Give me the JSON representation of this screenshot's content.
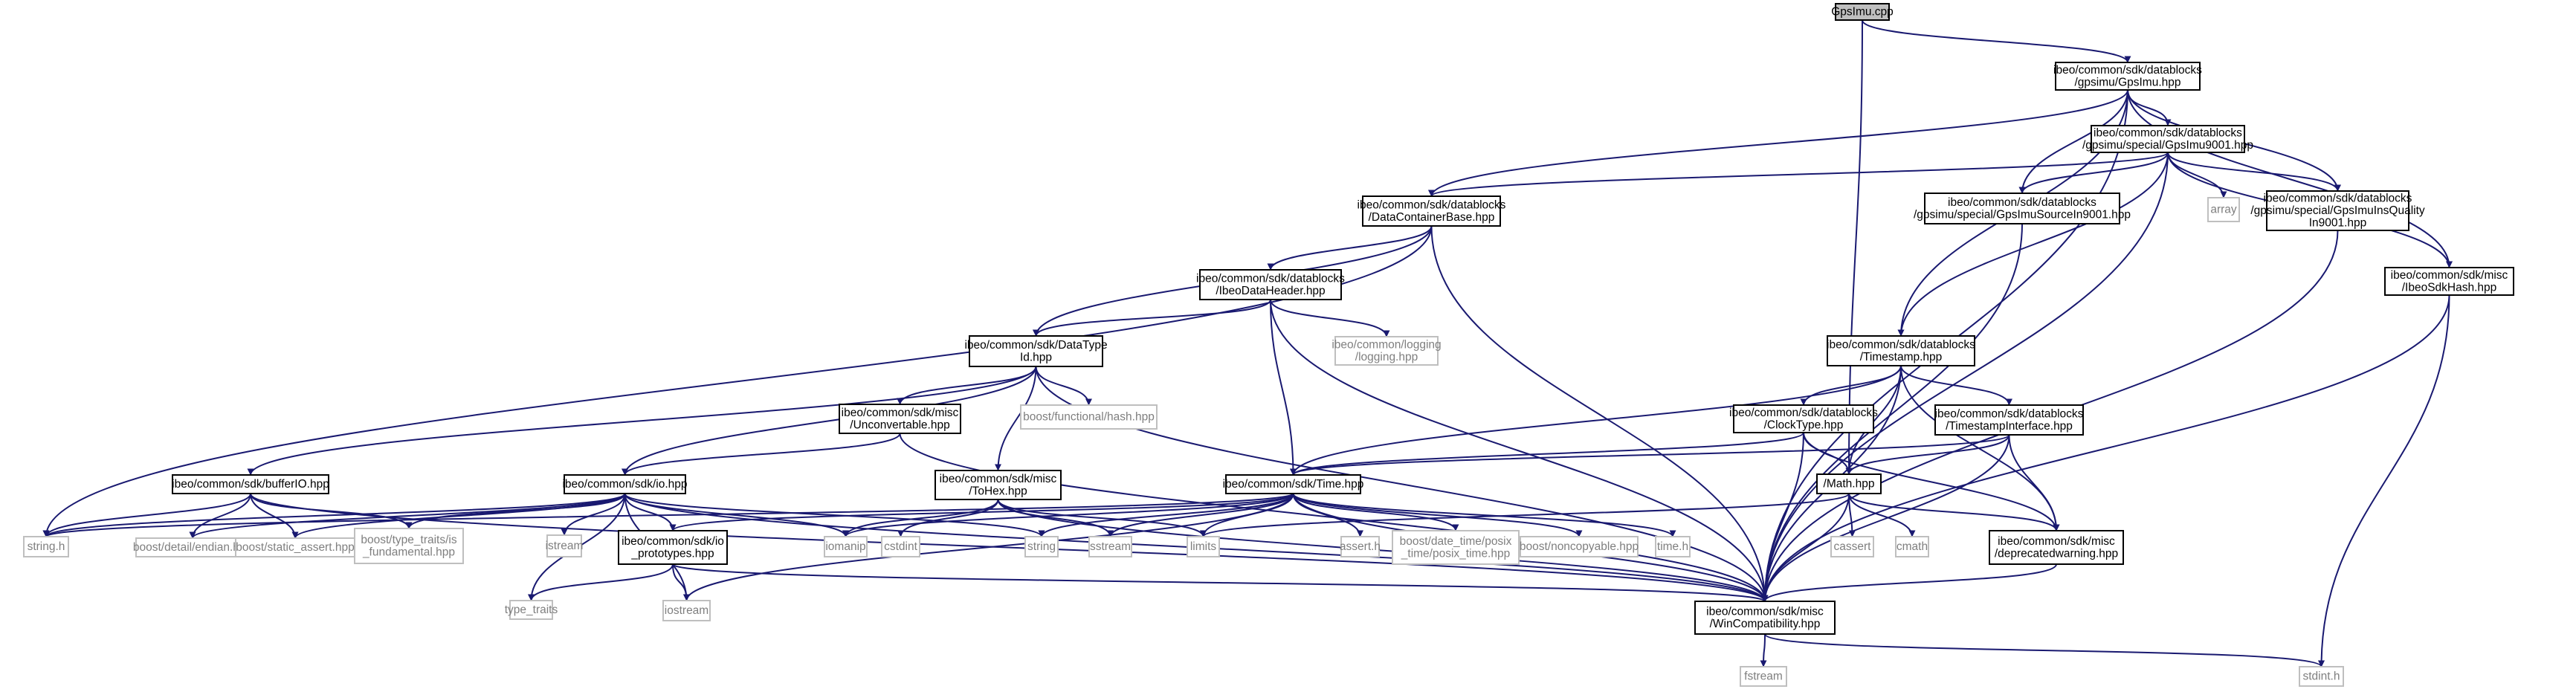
{
  "graph": {
    "colors": {
      "root_fill": "#bfbfbf",
      "node_border": "#000000",
      "node_text": "#000000",
      "header_border": "#bfbfbf",
      "header_text": "#7f7f7f",
      "edge": "#191970"
    },
    "nodes": [
      {
        "id": "root",
        "kind": "root",
        "lines": [
          "GpsImu.cpp"
        ]
      },
      {
        "id": "gpsimu",
        "kind": "file",
        "lines": [
          "ibeo/common/sdk/datablocks",
          "/gpsimu/GpsImu.hpp"
        ]
      },
      {
        "id": "gpsimu9001",
        "kind": "file",
        "lines": [
          "ibeo/common/sdk/datablocks",
          "/gpsimu/special/GpsImu9001.hpp"
        ]
      },
      {
        "id": "dcb",
        "kind": "file",
        "lines": [
          "ibeo/common/sdk/datablocks",
          "/DataContainerBase.hpp"
        ]
      },
      {
        "id": "src9001",
        "kind": "file",
        "lines": [
          "ibeo/common/sdk/datablocks",
          "/gpsimu/special/GpsImuSourceIn9001.hpp"
        ]
      },
      {
        "id": "array",
        "kind": "system",
        "lines": [
          "array"
        ]
      },
      {
        "id": "insq",
        "kind": "file",
        "lines": [
          "ibeo/common/sdk/datablocks",
          "/gpsimu/special/GpsImuInsQuality",
          "In9001.hpp"
        ]
      },
      {
        "id": "hash",
        "kind": "file",
        "lines": [
          "ibeo/common/sdk/misc",
          "/IbeoSdkHash.hpp"
        ]
      },
      {
        "id": "idh",
        "kind": "file",
        "lines": [
          "ibeo/common/sdk/datablocks",
          "/IbeoDataHeader.hpp"
        ]
      },
      {
        "id": "logging",
        "kind": "system",
        "lines": [
          "ibeo/common/logging",
          "/logging.hpp"
        ]
      },
      {
        "id": "dtid",
        "kind": "file",
        "lines": [
          "ibeo/common/sdk/DataType",
          "Id.hpp"
        ]
      },
      {
        "id": "bfh",
        "kind": "system",
        "lines": [
          "boost/functional/hash.hpp"
        ]
      },
      {
        "id": "unconv",
        "kind": "file",
        "lines": [
          "ibeo/common/sdk/misc",
          "/Unconvertable.hpp"
        ]
      },
      {
        "id": "ts",
        "kind": "file",
        "lines": [
          "ibeo/common/sdk/datablocks",
          "/Timestamp.hpp"
        ]
      },
      {
        "id": "clock",
        "kind": "file",
        "lines": [
          "ibeo/common/sdk/datablocks",
          "/ClockType.hpp"
        ]
      },
      {
        "id": "tsi",
        "kind": "file",
        "lines": [
          "ibeo/common/sdk/datablocks",
          "/TimestampInterface.hpp"
        ]
      },
      {
        "id": "bufferio",
        "kind": "file",
        "lines": [
          "ibeo/common/sdk/bufferIO.hpp"
        ]
      },
      {
        "id": "io",
        "kind": "file",
        "lines": [
          "ibeo/common/sdk/io.hpp"
        ]
      },
      {
        "id": "tohex",
        "kind": "file",
        "lines": [
          "ibeo/common/sdk/misc",
          "/ToHex.hpp"
        ]
      },
      {
        "id": "time",
        "kind": "file",
        "lines": [
          "ibeo/common/sdk/Time.hpp"
        ]
      },
      {
        "id": "math",
        "kind": "file",
        "lines": [
          "/Math.hpp"
        ]
      },
      {
        "id": "stringh",
        "kind": "system",
        "lines": [
          "string.h"
        ]
      },
      {
        "id": "endian",
        "kind": "system",
        "lines": [
          "boost/detail/endian.hpp"
        ]
      },
      {
        "id": "sassert",
        "kind": "system",
        "lines": [
          "boost/static_assert.hpp"
        ]
      },
      {
        "id": "typetraitsfund",
        "kind": "system",
        "lines": [
          "boost/type_traits/is",
          "_fundamental.hpp"
        ]
      },
      {
        "id": "istream",
        "kind": "system",
        "lines": [
          "istream"
        ]
      },
      {
        "id": "ioproto",
        "kind": "file",
        "lines": [
          "ibeo/common/sdk/io",
          "_prototypes.hpp"
        ]
      },
      {
        "id": "iomanip",
        "kind": "system",
        "lines": [
          "iomanip"
        ]
      },
      {
        "id": "cstdint",
        "kind": "system",
        "lines": [
          "cstdint"
        ]
      },
      {
        "id": "string",
        "kind": "system",
        "lines": [
          "string"
        ]
      },
      {
        "id": "sstream",
        "kind": "system",
        "lines": [
          "sstream"
        ]
      },
      {
        "id": "limits",
        "kind": "system",
        "lines": [
          "limits"
        ]
      },
      {
        "id": "asserth",
        "kind": "system",
        "lines": [
          "assert.h"
        ]
      },
      {
        "id": "posix",
        "kind": "system",
        "lines": [
          "boost/date_time/posix",
          "_time/posix_time.hpp"
        ]
      },
      {
        "id": "noncopy",
        "kind": "system",
        "lines": [
          "boost/noncopyable.hpp"
        ]
      },
      {
        "id": "timeh",
        "kind": "system",
        "lines": [
          "time.h"
        ]
      },
      {
        "id": "cassert",
        "kind": "system",
        "lines": [
          "cassert"
        ]
      },
      {
        "id": "cmath",
        "kind": "system",
        "lines": [
          "cmath"
        ]
      },
      {
        "id": "depwarn",
        "kind": "file",
        "lines": [
          "ibeo/common/sdk/misc",
          "/deprecatedwarning.hpp"
        ]
      },
      {
        "id": "typetraits",
        "kind": "system",
        "lines": [
          "type_traits"
        ]
      },
      {
        "id": "iostream",
        "kind": "system",
        "lines": [
          "iostream"
        ]
      },
      {
        "id": "wincompat",
        "kind": "file",
        "lines": [
          "ibeo/common/sdk/misc",
          "/WinCompatibility.hpp"
        ]
      },
      {
        "id": "fstream",
        "kind": "system",
        "lines": [
          "fstream"
        ]
      },
      {
        "id": "stdinth",
        "kind": "system",
        "lines": [
          "stdint.h"
        ]
      }
    ],
    "edges": [
      [
        "root",
        "gpsimu"
      ],
      [
        "root",
        "math"
      ],
      [
        "gpsimu",
        "gpsimu9001"
      ],
      [
        "gpsimu",
        "dcb"
      ],
      [
        "gpsimu",
        "src9001"
      ],
      [
        "gpsimu",
        "insq"
      ],
      [
        "gpsimu",
        "hash"
      ],
      [
        "gpsimu",
        "ts"
      ],
      [
        "gpsimu",
        "wincompat"
      ],
      [
        "gpsimu9001",
        "dcb"
      ],
      [
        "gpsimu9001",
        "src9001"
      ],
      [
        "gpsimu9001",
        "array"
      ],
      [
        "gpsimu9001",
        "insq"
      ],
      [
        "gpsimu9001",
        "hash"
      ],
      [
        "gpsimu9001",
        "ts"
      ],
      [
        "gpsimu9001",
        "wincompat"
      ],
      [
        "dcb",
        "idh"
      ],
      [
        "dcb",
        "dtid"
      ],
      [
        "dcb",
        "stringh"
      ],
      [
        "dcb",
        "wincompat"
      ],
      [
        "src9001",
        "wincompat"
      ],
      [
        "insq",
        "wincompat"
      ],
      [
        "hash",
        "wincompat"
      ],
      [
        "hash",
        "stdinth"
      ],
      [
        "idh",
        "dtid"
      ],
      [
        "idh",
        "logging"
      ],
      [
        "idh",
        "time"
      ],
      [
        "idh",
        "wincompat"
      ],
      [
        "dtid",
        "bufferio"
      ],
      [
        "dtid",
        "io"
      ],
      [
        "dtid",
        "unconv"
      ],
      [
        "dtid",
        "bfh"
      ],
      [
        "dtid",
        "tohex"
      ],
      [
        "dtid",
        "wincompat"
      ],
      [
        "unconv",
        "io"
      ],
      [
        "unconv",
        "wincompat"
      ],
      [
        "ts",
        "clock"
      ],
      [
        "ts",
        "tsi"
      ],
      [
        "ts",
        "time"
      ],
      [
        "ts",
        "math"
      ],
      [
        "ts",
        "depwarn"
      ],
      [
        "ts",
        "wincompat"
      ],
      [
        "clock",
        "time"
      ],
      [
        "clock",
        "math"
      ],
      [
        "clock",
        "depwarn"
      ],
      [
        "clock",
        "wincompat"
      ],
      [
        "tsi",
        "time"
      ],
      [
        "tsi",
        "math"
      ],
      [
        "tsi",
        "depwarn"
      ],
      [
        "tsi",
        "wincompat"
      ],
      [
        "bufferio",
        "stringh"
      ],
      [
        "bufferio",
        "endian"
      ],
      [
        "bufferio",
        "sassert"
      ],
      [
        "bufferio",
        "typetraitsfund"
      ],
      [
        "bufferio",
        "wincompat"
      ],
      [
        "io",
        "stringh"
      ],
      [
        "io",
        "endian"
      ],
      [
        "io",
        "sassert"
      ],
      [
        "io",
        "typetraitsfund"
      ],
      [
        "io",
        "istream"
      ],
      [
        "io",
        "ioproto"
      ],
      [
        "io",
        "iomanip"
      ],
      [
        "io",
        "string"
      ],
      [
        "io",
        "typetraits"
      ],
      [
        "io",
        "iostream"
      ],
      [
        "io",
        "wincompat"
      ],
      [
        "tohex",
        "iomanip"
      ],
      [
        "tohex",
        "cstdint"
      ],
      [
        "tohex",
        "sstream"
      ],
      [
        "tohex",
        "limits"
      ],
      [
        "tohex",
        "wincompat"
      ],
      [
        "time",
        "stringh"
      ],
      [
        "time",
        "ioproto"
      ],
      [
        "time",
        "iomanip"
      ],
      [
        "time",
        "string"
      ],
      [
        "time",
        "sstream"
      ],
      [
        "time",
        "limits"
      ],
      [
        "time",
        "asserth"
      ],
      [
        "time",
        "posix"
      ],
      [
        "time",
        "noncopy"
      ],
      [
        "time",
        "timeh"
      ],
      [
        "time",
        "iostream"
      ],
      [
        "time",
        "wincompat"
      ],
      [
        "math",
        "limits"
      ],
      [
        "math",
        "cassert"
      ],
      [
        "math",
        "cmath"
      ],
      [
        "math",
        "depwarn"
      ],
      [
        "math",
        "wincompat"
      ],
      [
        "depwarn",
        "wincompat"
      ],
      [
        "ioproto",
        "typetraits"
      ],
      [
        "ioproto",
        "iostream"
      ],
      [
        "ioproto",
        "wincompat"
      ],
      [
        "wincompat",
        "fstream"
      ],
      [
        "wincompat",
        "stdinth"
      ]
    ]
  }
}
